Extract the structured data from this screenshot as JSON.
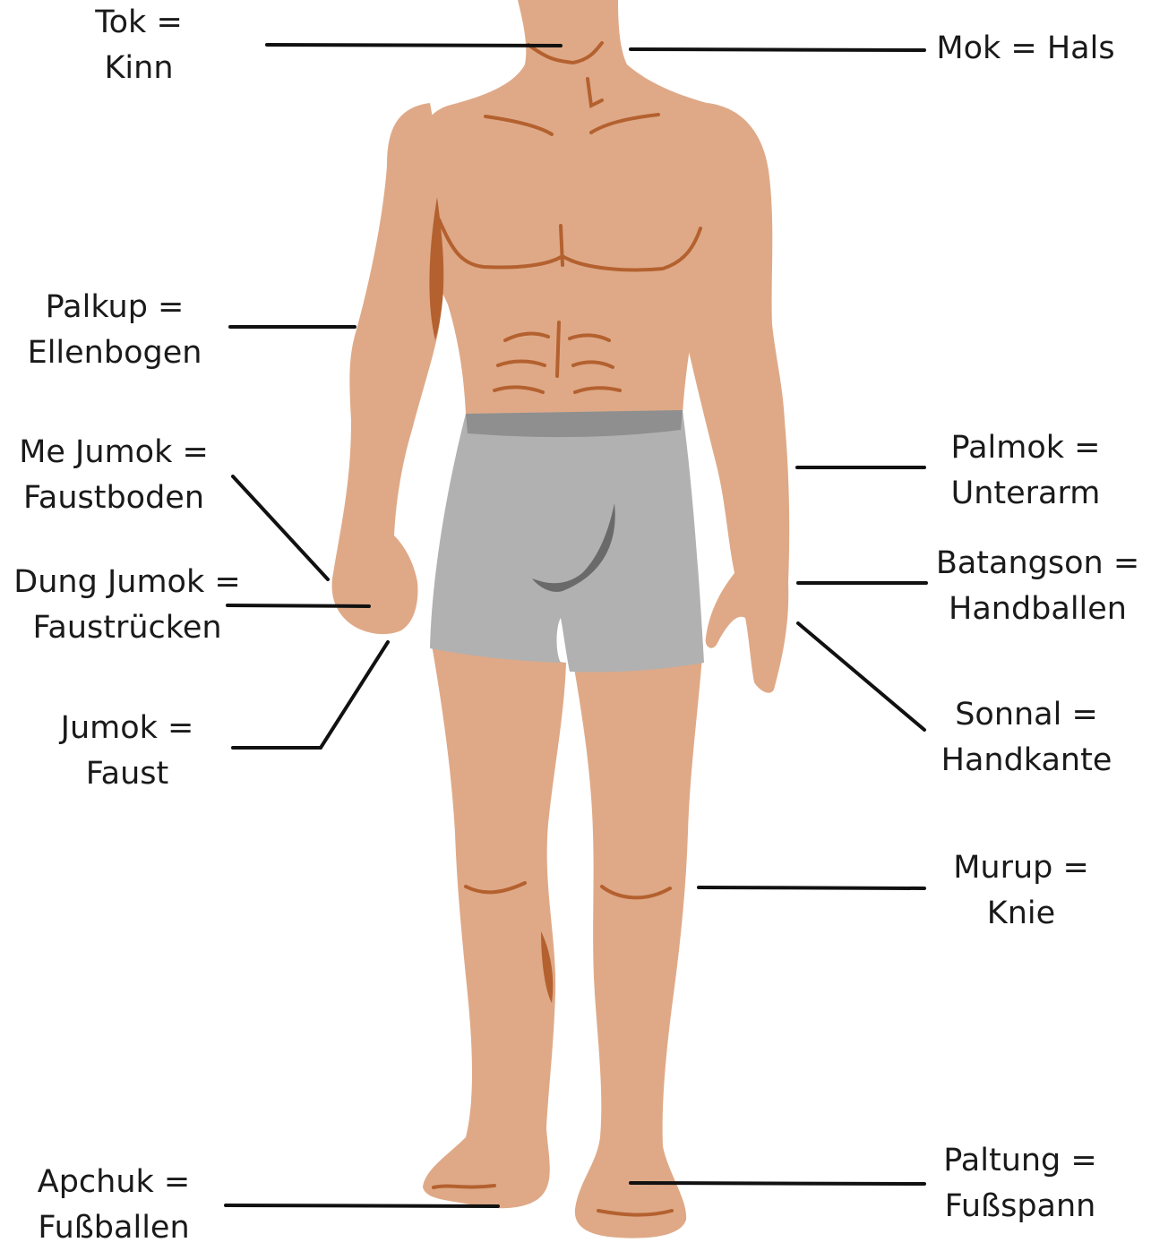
{
  "labels": [
    {
      "id": "tok",
      "term": "Tok =",
      "meaning": "Kinn"
    },
    {
      "id": "mok",
      "term": "Mok = Hals"
    },
    {
      "id": "palkup",
      "term": "Palkup =",
      "meaning": "Ellenbogen"
    },
    {
      "id": "me-jumok",
      "term": "Me Jumok =",
      "meaning": "Faustboden"
    },
    {
      "id": "dung-jumok",
      "term": "Dung Jumok =",
      "meaning": "Faustrücken"
    },
    {
      "id": "jumok",
      "term": "Jumok =",
      "meaning": "Faust"
    },
    {
      "id": "palmok",
      "term": "Palmok =",
      "meaning": "Unterarm"
    },
    {
      "id": "batangson",
      "term": "Batangson =",
      "meaning": "Handballen"
    },
    {
      "id": "sonnal",
      "term": "Sonnal =",
      "meaning": "Handkante"
    },
    {
      "id": "murup",
      "term": "Murup =",
      "meaning": "Knie"
    },
    {
      "id": "apchuk",
      "term": "Apchuk =",
      "meaning": "Fußballen"
    },
    {
      "id": "paltung",
      "term": "Paltung =",
      "meaning": "Fußspann"
    }
  ],
  "colors": {
    "skin": "#dfa987",
    "skin_shadow": "#b4612f",
    "skin_dark": "#9c4a22",
    "shorts": "#b1b1b1",
    "shorts_band": "#8f8f8f",
    "shorts_shadow": "#6a6a6a",
    "line": "#111111",
    "text": "#1a1a1a"
  }
}
